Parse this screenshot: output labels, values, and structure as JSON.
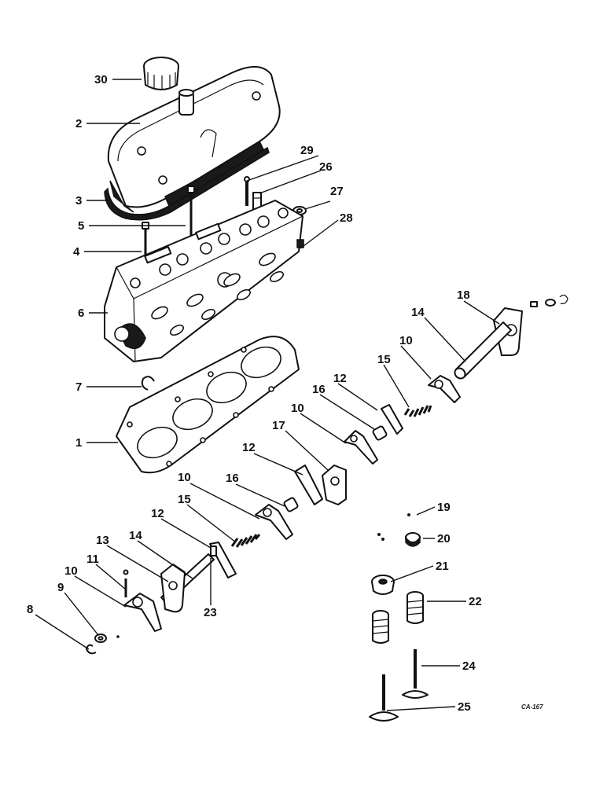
{
  "figure_code": "CA-167",
  "callouts": {
    "c1": "1",
    "c2": "2",
    "c3": "3",
    "c4": "4",
    "c5": "5",
    "c6": "6",
    "c7": "7",
    "c8": "8",
    "c9": "9",
    "c10a": "10",
    "c10b": "10",
    "c10c": "10",
    "c10d": "10",
    "c11": "11",
    "c12a": "12",
    "c12b": "12",
    "c12c": "12",
    "c13": "13",
    "c14a": "14",
    "c14b": "14",
    "c15a": "15",
    "c15b": "15",
    "c16a": "16",
    "c16b": "16",
    "c17": "17",
    "c18": "18",
    "c19": "19",
    "c20": "20",
    "c21": "21",
    "c22": "22",
    "c23": "23",
    "c24": "24",
    "c25": "25",
    "c26": "26",
    "c27": "27",
    "c28": "28",
    "c29": "29",
    "c30": "30"
  }
}
